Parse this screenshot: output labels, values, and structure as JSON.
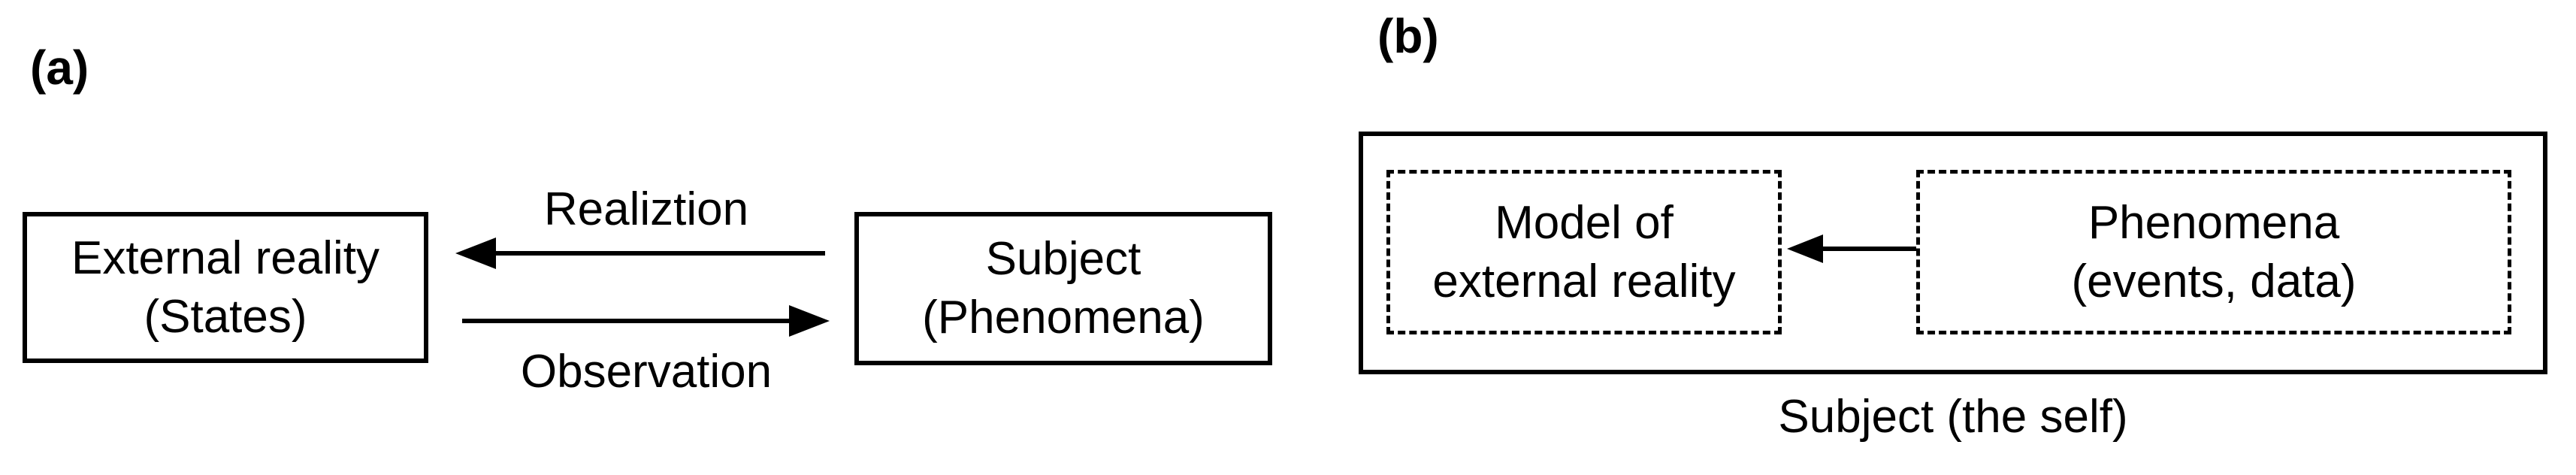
{
  "colors": {
    "ink": "#000000",
    "background": "#ffffff"
  },
  "panel_a": {
    "label": "(a)",
    "external_box": {
      "line1": "External reality",
      "line2": "(States)"
    },
    "subject_box": {
      "line1": "Subject",
      "line2": "(Phenomena)"
    },
    "realization_arrow": {
      "label": "Realiztion",
      "direction": "left"
    },
    "observation_arrow": {
      "label": "Observation",
      "direction": "right"
    }
  },
  "panel_b": {
    "label": "(b)",
    "model_box": {
      "line1": "Model of",
      "line2": "external reality"
    },
    "phenomena_box": {
      "line1": "Phenomena",
      "line2": "(events, data)"
    },
    "flow_arrow": {
      "direction": "left"
    },
    "caption": "Subject (the self)"
  }
}
